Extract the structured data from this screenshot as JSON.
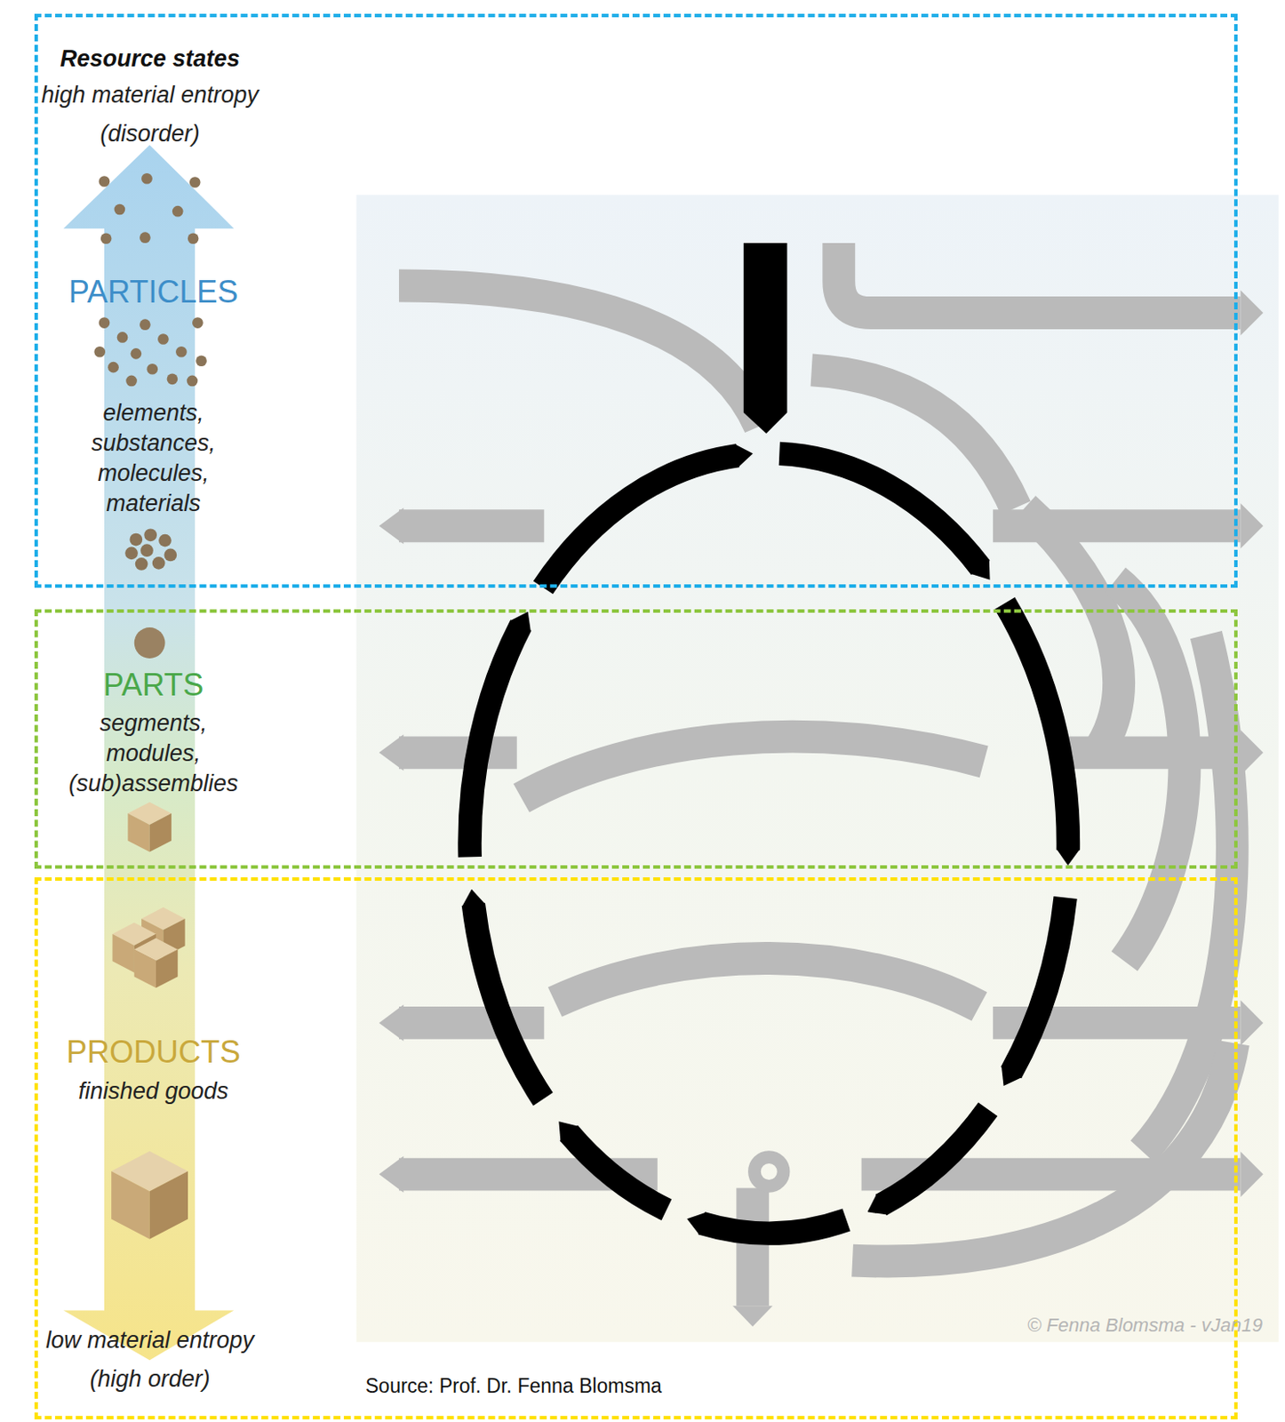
{
  "diagram": {
    "caption": "Source: Prof. Dr. Fenna Blomsma",
    "nodes": [
      {
        "text": [
          "PARTICLES",
          "elements, substances, molecules, materials"
        ]
      },
      {
        "text": [
          "PARTS",
          "segments, modules, (sub)assemblies"
        ]
      },
      {
        "text": [
          "PRODUCTS",
          "finished goods"
        ]
      }
    ],
    "labels": [
      "Resource states",
      "high material entropy (disorder)",
      "low material entropy (high order)",
      "© Fenna Blomsma - vJan19"
    ]
  }
}
